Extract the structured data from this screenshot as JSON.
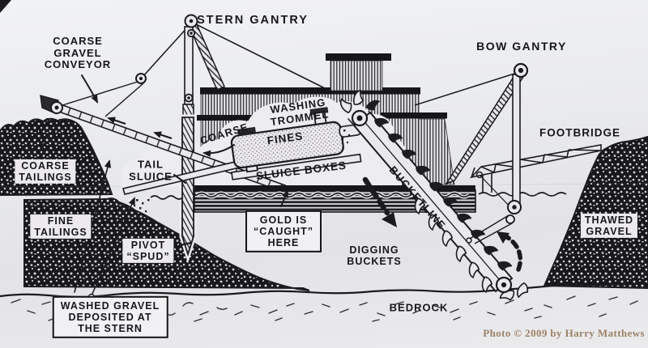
{
  "figure": {
    "credit": "Photo © 2009 by Harry Matthews"
  },
  "labels": {
    "stern_gantry": "STERN GANTRY",
    "coarse_gravel_conveyor": "COARSE\nGRAVEL\nCONVEYOR",
    "bow_gantry": "BOW GANTRY",
    "footbridge": "FOOTBRIDGE",
    "washing_trommel": "WASHING\nTROMMEL",
    "coarse": "COARSE",
    "fines": "FINES",
    "sluice_boxes": "SLUICE BOXES",
    "tail_sluice": "TAIL\nSLUICE",
    "coarse_tailings": "COARSE\nTAILINGS",
    "fine_tailings": "FINE\nTAILINGS",
    "pivot_spud": "PIVOT\n“SPUD”",
    "washed_gravel": "WASHED GRAVEL\nDEPOSITED AT\nTHE STERN",
    "gold_caught": "GOLD IS\n“CAUGHT”\nHERE",
    "bucketline": "BUCKETLINE",
    "digging_buckets": "DIGGING\nBUCKETS",
    "bedrock": "BEDROCK",
    "thawed_gravel": "THAWED\nGRAVEL"
  },
  "colors": {
    "ink": "#1b1b1d",
    "paper": "#e9e9ec",
    "credit_text": "#9c8266"
  }
}
